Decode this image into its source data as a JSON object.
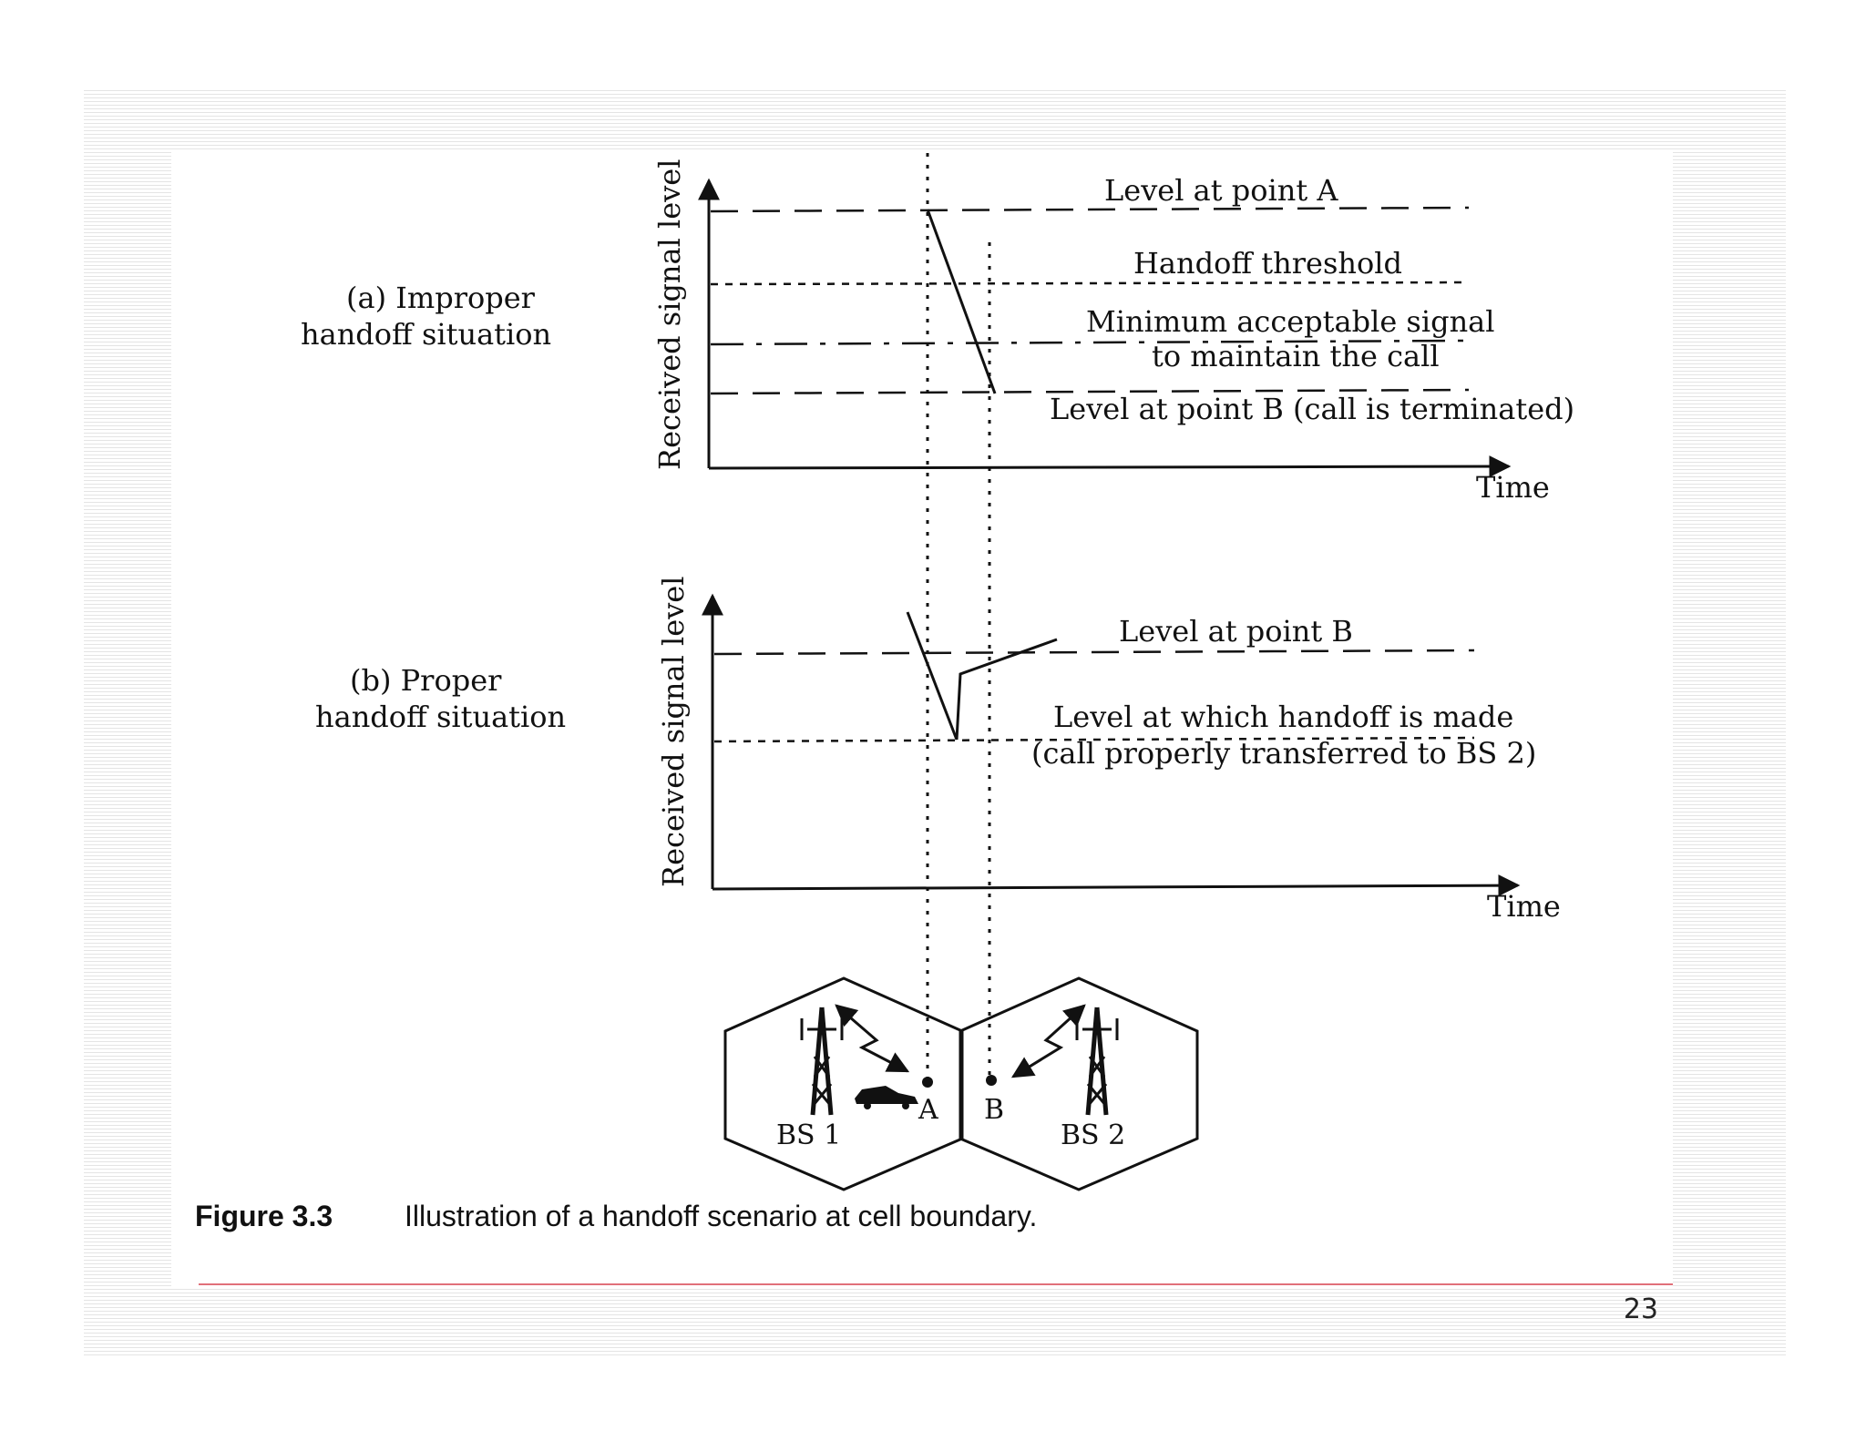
{
  "diagram": {
    "top": {
      "case_label_line1": "(a) Improper",
      "case_label_line2": "handoff situation",
      "ylabel": "Received signal level",
      "xlabel": "Time",
      "level_a": "Level at point A",
      "threshold": "Handoff threshold",
      "min_signal_line1": "Minimum acceptable signal",
      "min_signal_line2": "to maintain the call",
      "level_b": "Level at point B (call is terminated)"
    },
    "bottom": {
      "case_label_line1": "(b) Proper",
      "case_label_line2": "handoff situation",
      "ylabel": "Received signal level",
      "xlabel": "Time",
      "level_b": "Level at point B",
      "handoff_line1": "Level at which handoff is made",
      "handoff_line2": "(call properly transferred to BS 2)"
    },
    "cells": {
      "bs1": "BS 1",
      "bs2": "BS 2",
      "point_a": "A",
      "point_b": "B"
    },
    "caption": {
      "label": "Figure 3.3",
      "text": "Illustration of a handoff scenario at cell boundary."
    }
  },
  "slide": {
    "page_number": "23"
  }
}
